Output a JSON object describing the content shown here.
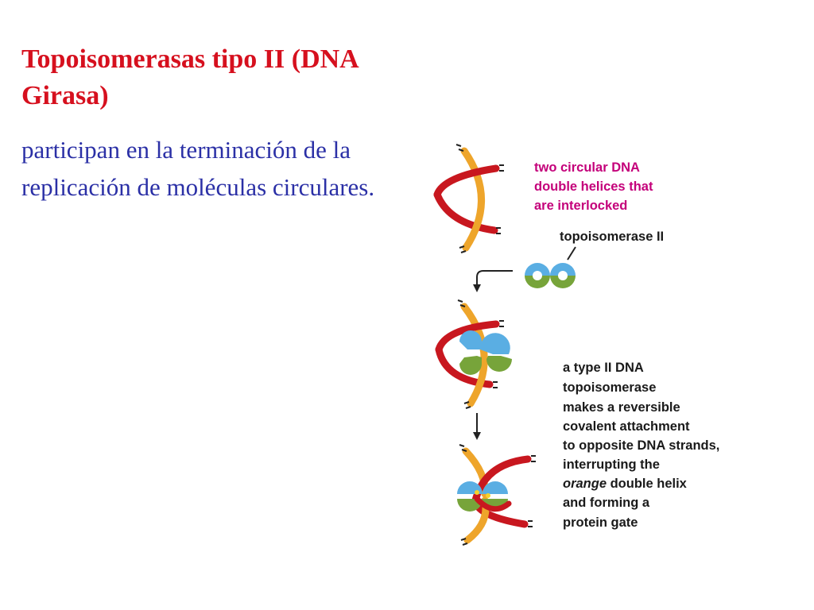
{
  "slide": {
    "title": "Topoisomerasas tipo II (DNA Girasa)",
    "body": "participan en la terminación de la replicación de moléculas circulares."
  },
  "figure": {
    "label_interlocked": [
      "two circular DNA",
      "double helices that",
      "are interlocked"
    ],
    "label_enzyme": "topoisomerase II",
    "label_mechanism": [
      "a type II DNA",
      "topoisomerase",
      "makes a reversible",
      "covalent attachment",
      "to opposite DNA strands,",
      "interrupting the"
    ],
    "label_mechanism_italic": "orange",
    "label_mechanism_after_italic": " double helix",
    "label_mechanism_end": [
      "and forming a",
      "protein gate"
    ],
    "colors": {
      "red_strand": "#c8171f",
      "orange_strand": "#eea52b",
      "enzyme_blue": "#5aaee3",
      "enzyme_green": "#77a43a",
      "label_pink": "#c4007a"
    }
  }
}
